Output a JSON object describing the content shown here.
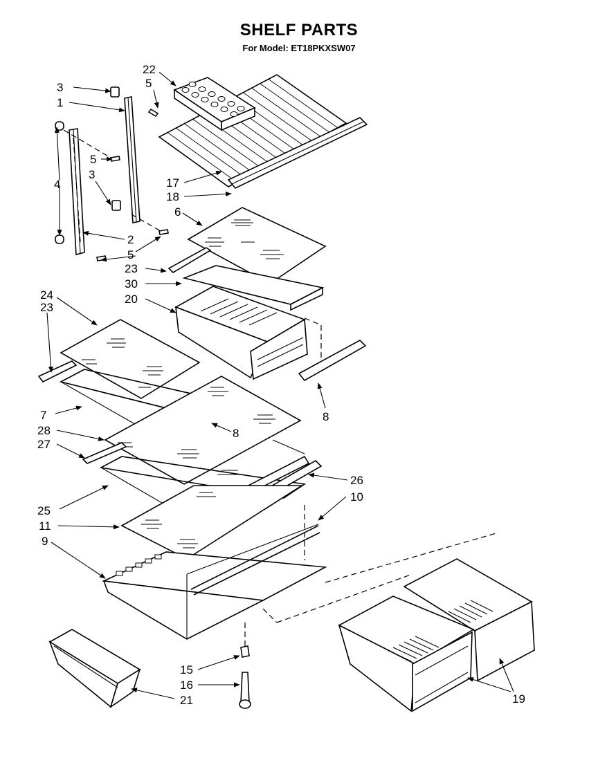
{
  "header": {
    "title": "SHELF PARTS",
    "model_line": "For Model: ET18PKXSW07"
  },
  "diagram": {
    "callouts": [
      "3",
      "1",
      "4",
      "5",
      "3",
      "2",
      "5",
      "22",
      "5",
      "17",
      "18",
      "6",
      "23",
      "30",
      "20",
      "24",
      "23",
      "8",
      "7",
      "28",
      "8",
      "27",
      "26",
      "25",
      "10",
      "11",
      "9",
      "15",
      "16",
      "21",
      "19"
    ]
  },
  "colors": {
    "ink": "#000000",
    "paper": "#ffffff"
  }
}
